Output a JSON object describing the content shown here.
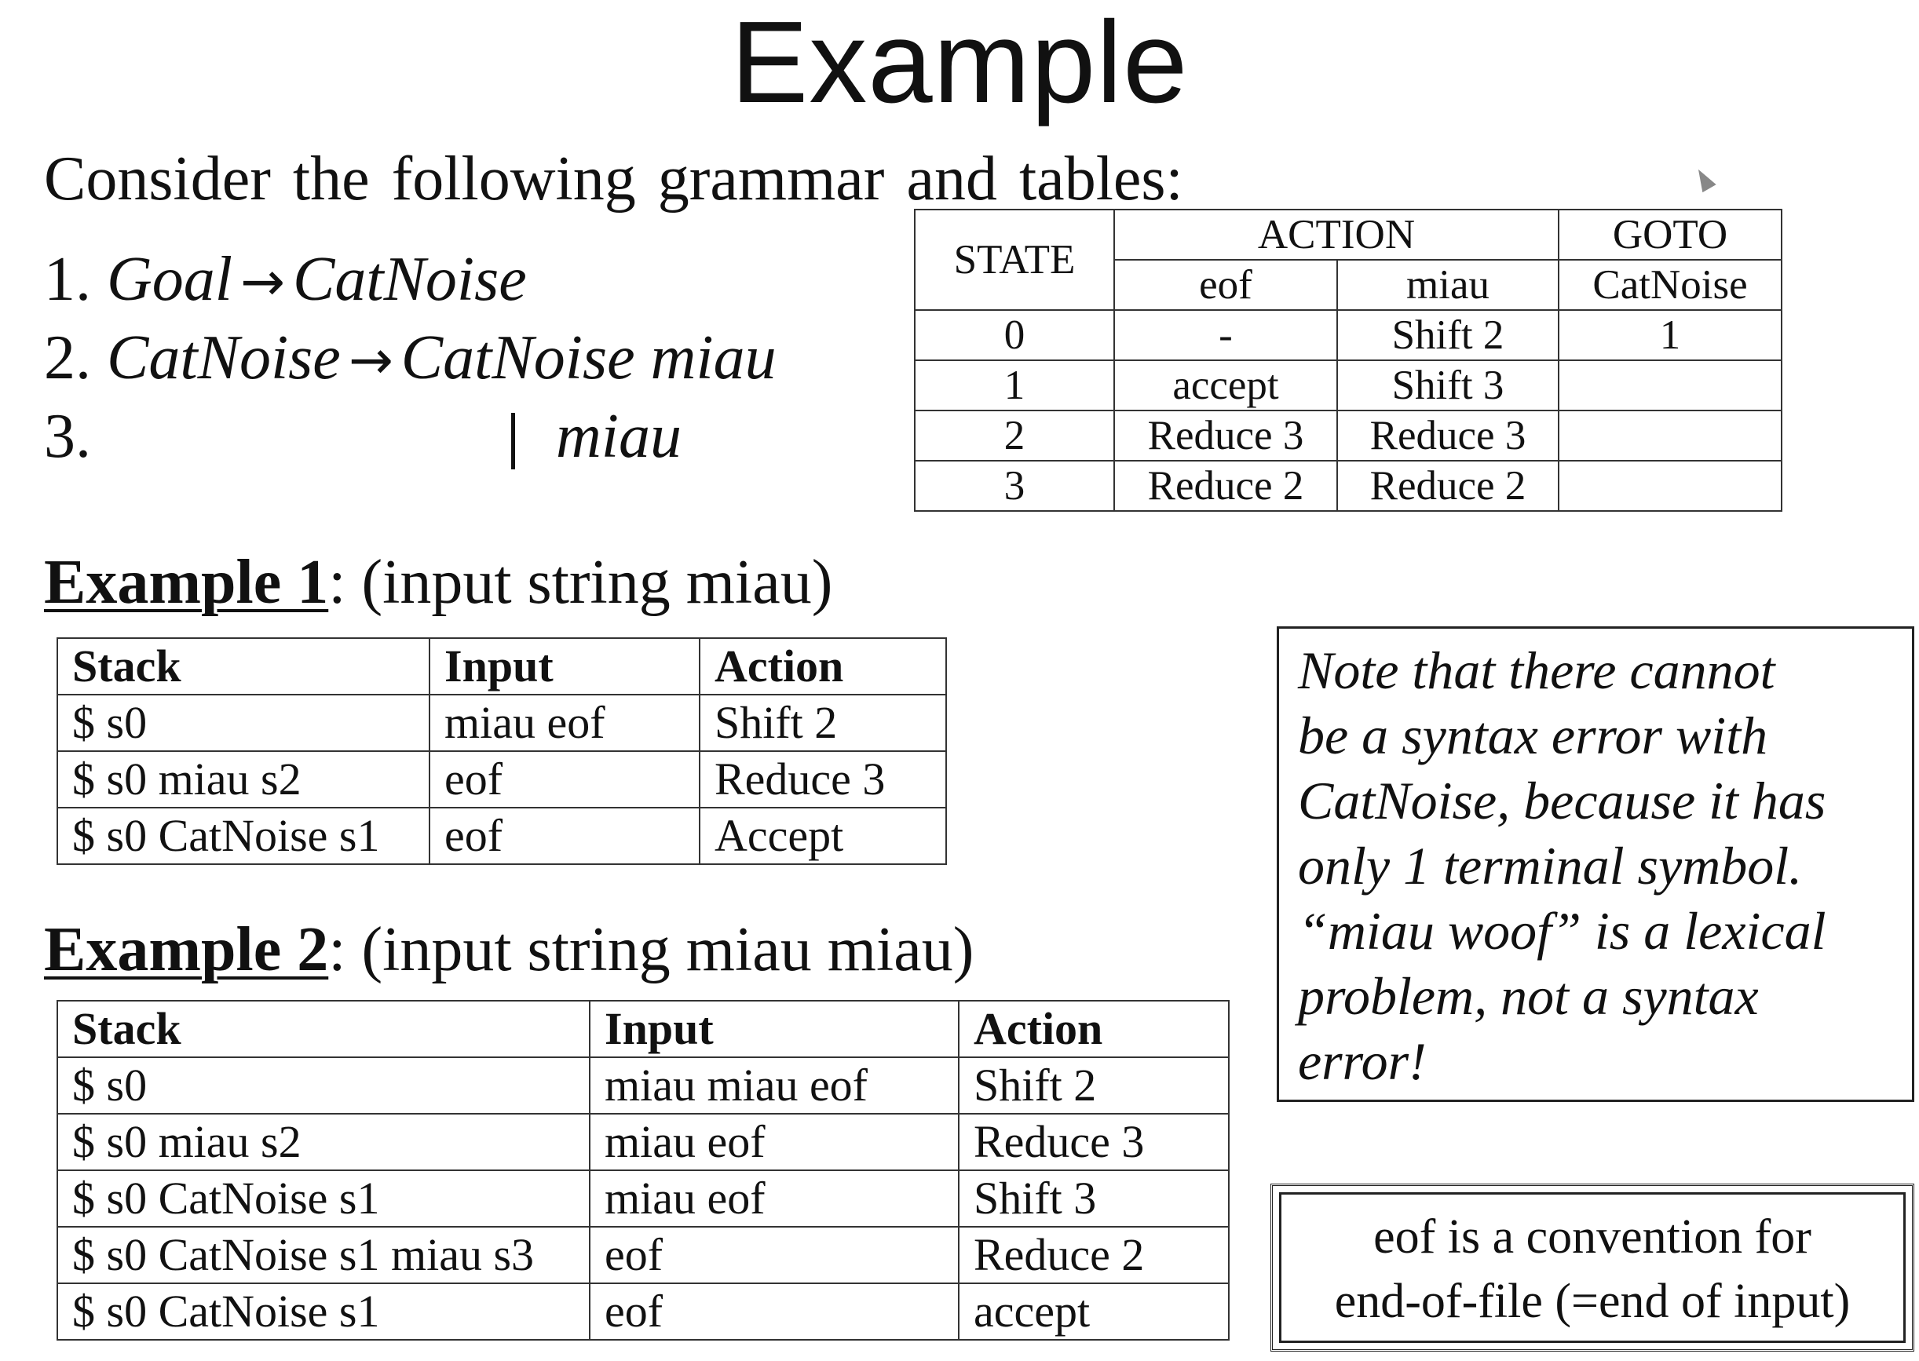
{
  "title": "Example",
  "intro": "Consider the following grammar and tables:",
  "grammar": [
    {
      "num": "1.",
      "lhs": "Goal",
      "rhs": "CatNoise"
    },
    {
      "num": "2.",
      "lhs": "CatNoise",
      "rhs": "CatNoise miau"
    },
    {
      "num": "3.",
      "lhs": "",
      "rhs": "miau"
    }
  ],
  "arrow": "→",
  "parse_table": {
    "state_header": "STATE",
    "action_header": "ACTION",
    "goto_header": "GOTO",
    "sub_headers": [
      "eof",
      "miau",
      "CatNoise"
    ],
    "rows": [
      [
        "0",
        "-",
        "Shift 2",
        "1"
      ],
      [
        "1",
        "accept",
        "Shift 3",
        ""
      ],
      [
        "2",
        "Reduce 3",
        "Reduce 3",
        ""
      ],
      [
        "3",
        "Reduce 2",
        "Reduce 2",
        ""
      ]
    ]
  },
  "example1": {
    "label": "Example 1",
    "desc": ": (input string miau)",
    "headers": [
      "Stack",
      "Input",
      "Action"
    ],
    "rows": [
      [
        "$ s0",
        "miau eof",
        "Shift 2"
      ],
      [
        "$ s0 miau s2",
        "eof",
        "Reduce 3"
      ],
      [
        "$ s0 CatNoise s1",
        "eof",
        "Accept"
      ]
    ]
  },
  "example2": {
    "label": "Example 2",
    "desc": ": (input string miau miau)",
    "headers": [
      "Stack",
      "Input",
      "Action"
    ],
    "rows": [
      [
        "$ s0",
        "miau miau eof",
        "Shift 2"
      ],
      [
        "$ s0 miau s2",
        "miau eof",
        "Reduce 3"
      ],
      [
        "$ s0 CatNoise s1",
        "miau eof",
        "Shift 3"
      ],
      [
        "$ s0 CatNoise s1 miau s3",
        "eof",
        "Reduce 2"
      ],
      [
        "$ s0 CatNoise s1",
        "eof",
        "accept"
      ]
    ]
  },
  "note_lines": [
    "Note that there cannot",
    "be a syntax error with",
    "CatNoise, because it has",
    "only 1 terminal symbol.",
    "“miau woof” is a lexical",
    "problem, not a syntax",
    "error!"
  ],
  "eof_note_lines": [
    "eof is a convention for",
    "end-of-file (=end of input)"
  ]
}
